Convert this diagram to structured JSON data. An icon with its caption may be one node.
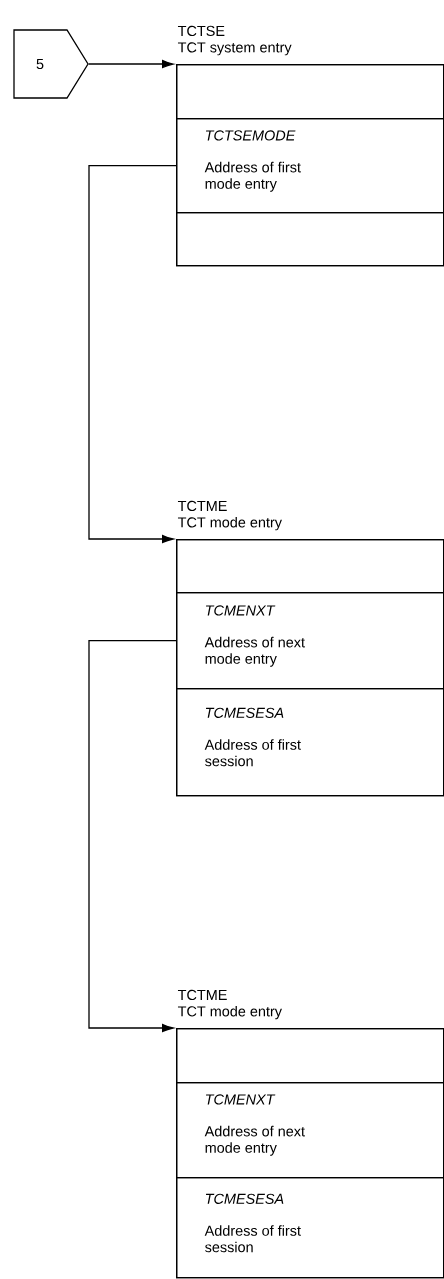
{
  "diagram": {
    "nodes": [
      {
        "text": [
          "5"
        ]
      },
      {
        "text": [
          "TCTSE",
          "TCT system entry"
        ]
      },
      {
        "text": [],
        "shape": "box",
        "in": 1
      },
      {
        "text": [
          "TCTSEMODE",
          "Address of first mode entry"
        ],
        "in": 1
      },
      {
        "text": [],
        "shape": "box",
        "in": 1
      },
      {
        "text": [
          "TCTME",
          "TCT mode entry"
        ]
      },
      {
        "text": [],
        "shape": "box",
        "in": 5
      },
      {
        "text": [
          "TCMENXT",
          "Address of next mode entry"
        ],
        "in": 5
      },
      {
        "text": [
          "TCMESESA",
          "Address of first session"
        ],
        "in": 5
      },
      {
        "text": [
          "TCTME",
          "TCT mode entry"
        ]
      },
      {
        "text": [],
        "shape": "box",
        "in": 9
      },
      {
        "text": [
          "TCMENXT",
          "Address of next mode entry"
        ],
        "in": 9
      },
      {
        "text": [
          "TCMESESA",
          "Address of first session"
        ],
        "in": 9
      }
    ],
    "edges": [
      {
        "from": 0,
        "to": 1,
        "arrow": "to"
      },
      {
        "from": 3,
        "to": 5,
        "arrow": "to"
      },
      {
        "from": 7,
        "to": 9,
        "arrow": "to"
      }
    ]
  }
}
